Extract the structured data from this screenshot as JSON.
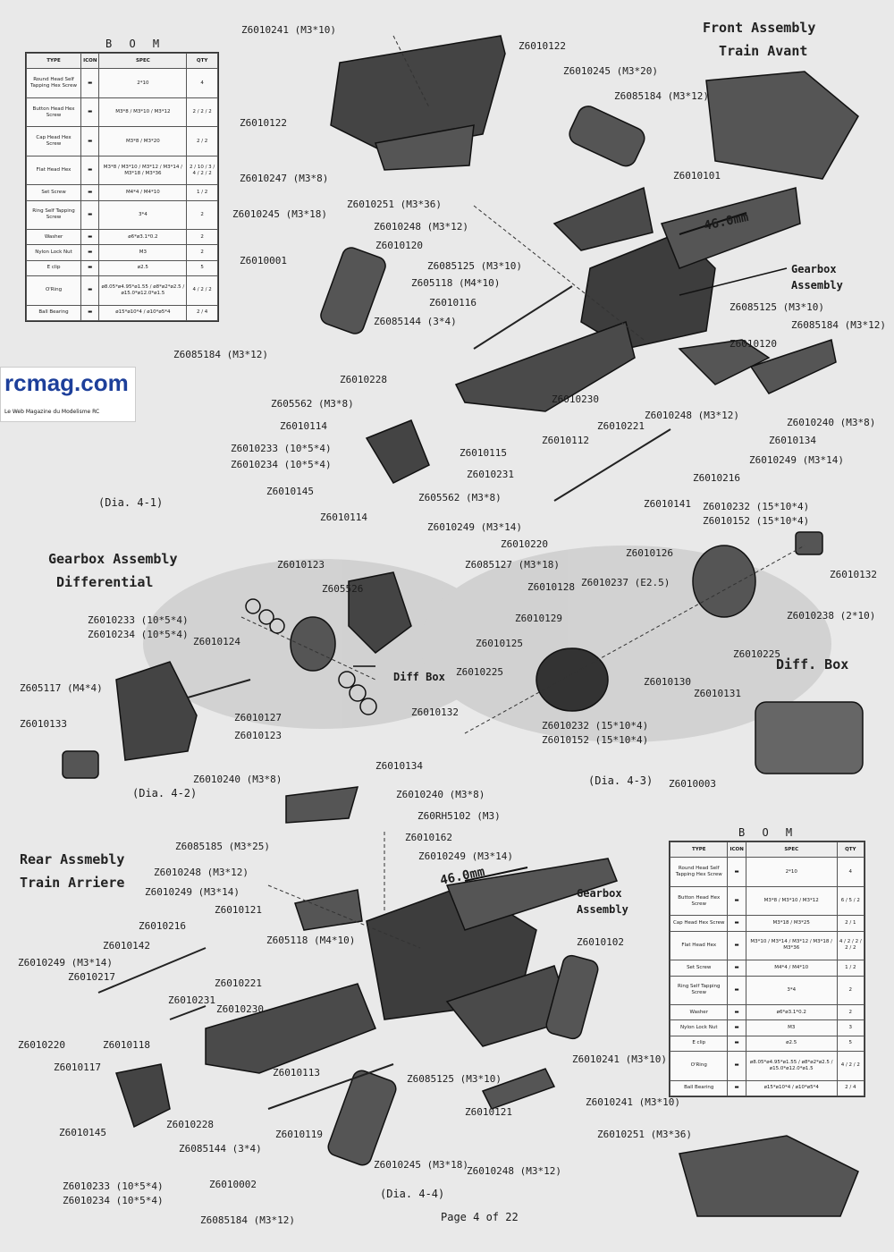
{
  "titles": {
    "front": "Front Assembly\n  Train Avant",
    "gearbox": "Gearbox Assembly\n Differential",
    "rear": "Rear Assmebly\nTrain Arriere",
    "diff_box": "Diff. Box"
  },
  "dia_labels": [
    "(Dia. 4-1)",
    "(Dia. 4-2)",
    "(Dia. 4-3)",
    "(Dia. 4-4)"
  ],
  "logo": {
    "name": "rcmag.com",
    "tagline": "Le Web Magazine du Modelisme RC"
  },
  "page": "Page 4 of 22",
  "dimension": "46.0mm",
  "annotations": [
    "Gearbox\nAssembly",
    "Diff Box"
  ],
  "bom_title": "B O M",
  "bom_headers": [
    "TYPE",
    "ICON",
    "SPEC",
    "QTY"
  ],
  "bom_top": [
    [
      "Round Head Self Tapping Hex Screw",
      "",
      "2*10",
      "4"
    ],
    [
      "Button Head Hex Screw",
      "",
      "M3*8 / M3*10 / M3*12",
      "2 / 2 / 2"
    ],
    [
      "Cap Head Hex Screw",
      "",
      "M3*8 / M3*20",
      "2 / 2"
    ],
    [
      "Flat Head Hex",
      "",
      "M3*8 / M3*10 / M3*12 / M3*14 / M3*18 / M3*36",
      "2 / 10 / 3 / 4 / 2 / 2"
    ],
    [
      "Set Screw",
      "",
      "M4*4 / M4*10",
      "1 / 2"
    ],
    [
      "Ring Self Tapping Screw",
      "",
      "3*4",
      "2"
    ],
    [
      "Washer",
      "",
      "ø6*ø3.1*0.2",
      "2"
    ],
    [
      "Nylon Lock Nut",
      "",
      "M3",
      "2"
    ],
    [
      "E clip",
      "",
      "ø2.5",
      "5"
    ],
    [
      "O'Ring",
      "",
      "ø8.05*ø4.95*ø1.55 / ø8*ø2*ø2.5 / ø15.0*ø12.0*ø1.5",
      "4 / 2 / 2"
    ],
    [
      "Ball Bearing",
      "",
      "ø15*ø10*4 / ø10*ø5*4",
      "2 / 4"
    ]
  ],
  "bom_bottom": [
    [
      "Round Head Self Tapping Hex Screw",
      "",
      "2*10",
      "4"
    ],
    [
      "Button Head Hex Screw",
      "",
      "M3*8 / M3*10 / M3*12",
      "6 / 5 / 2"
    ],
    [
      "Cap Head Hex Screw",
      "",
      "M3*18 / M3*25",
      "2 / 1"
    ],
    [
      "Flat Head Hex",
      "",
      "M3*10 / M3*14 / M3*12 / M3*18 / M3*36",
      "4 / 2 / 2 / 2 / 2"
    ],
    [
      "Set Screw",
      "",
      "M4*4 / M4*10",
      "1 / 2"
    ],
    [
      "Ring Self Tapping Screw",
      "",
      "3*4",
      "2"
    ],
    [
      "Washer",
      "",
      "ø6*ø3.1*0.2",
      "2"
    ],
    [
      "Nylon Lock Nut",
      "",
      "M3",
      "3"
    ],
    [
      "E clip",
      "",
      "ø2.5",
      "5"
    ],
    [
      "O'Ring",
      "",
      "ø8.05*ø4.95*ø1.55 / ø8*ø2*ø2.5 / ø15.0*ø12.0*ø1.5",
      "4 / 2 / 2"
    ],
    [
      "Ball Bearing",
      "",
      "ø15*ø10*4 / ø10*ø5*4",
      "2 / 4"
    ]
  ],
  "part_labels": [
    "Z6010241 (M3*10)",
    "Z6010122",
    "Z6010245 (M3*20)",
    "Z6085184 (M3*12)",
    "Z6010122",
    "Z6010101",
    "Z6010247 (M3*8)",
    "Z6010251 (M3*36)",
    "Z6010245 (M3*18)",
    "Z6010248 (M3*12)",
    "Z6010120",
    "Z6085125 (M3*10)",
    "Z6010001",
    "Z605118 (M4*10)",
    "Z6010116",
    "Z6085144 (3*4)",
    "Z6085125 (M3*10)",
    "Z6085184 (M3*12)",
    "Z6085184 (M3*12)",
    "Z6010120",
    "Z6010228",
    "Z6010230",
    "Z605562 (M3*8)",
    "Z6010221",
    "Z6010248 (M3*12)",
    "Z6010240 (M3*8)",
    "Z6010114",
    "Z6010112",
    "Z6010134",
    "Z6010233 (10*5*4)",
    "Z6010234 (10*5*4)",
    "Z6010115",
    "Z6010216",
    "Z6010249 (M3*14)",
    "Z6010231",
    "Z6010145",
    "Z605562 (M3*8)",
    "Z6010141",
    "Z6010114",
    "Z6010232 (15*10*4)",
    "Z6010152 (15*10*4)",
    "Z6010249 (M3*14)",
    "Z6010220",
    "Z6010123",
    "Z6085127 (M3*18)",
    "Z6010126",
    "Z605526",
    "Z6010132",
    "Z6010128",
    "Z6010237 (E2.5)",
    "Z6010238 (2*10)",
    "Z6010233 (10*5*4)",
    "Z6010234 (10*5*4)",
    "Z6010129",
    "Z6010124",
    "Z6010125",
    "Z6010225",
    "Z6010225",
    "Z605117 (M4*4)",
    "Z6010130",
    "Z6010131",
    "Z6010127",
    "Z6010132",
    "Z6010232 (15*10*4)",
    "Z6010152 (15*10*4)",
    "Z6010133",
    "Z6010123",
    "Z6010003",
    "Z6010134",
    "Z6010240 (M3*8)",
    "Z6010240 (M3*8)",
    "Z60RH5102 (M3)",
    "Z6085185 (M3*25)",
    "Z6010162",
    "Z6010248 (M3*12)",
    "Z6010249 (M3*14)",
    "Z6010249 (M3*14)",
    "Z6010121",
    "Z6010216",
    "Z605118 (M4*10)",
    "Z6010102",
    "Z6010142",
    "Z6010249 (M3*14)",
    "Z6010217",
    "Z6010221",
    "Z6010231",
    "Z6010230",
    "Z6010220",
    "Z6010118",
    "Z6085125 (M3*10)",
    "Z6010241 (M3*10)",
    "Z6010117",
    "Z6010113",
    "Z6010241 (M3*10)",
    "Z6010228",
    "Z6010121",
    "Z6010251 (M3*36)",
    "Z6010145",
    "Z6085144 (3*4)",
    "Z6010119",
    "Z6010245 (M3*18)",
    "Z6010248 (M3*12)",
    "Z6010233 (10*5*4)",
    "Z6010002",
    "Z6010234 (10*5*4)",
    "Z6085184 (M3*12)"
  ]
}
